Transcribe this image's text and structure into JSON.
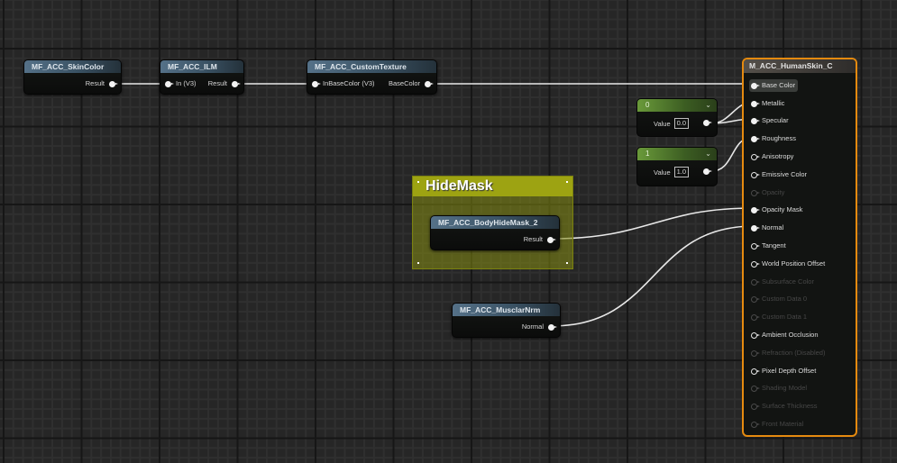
{
  "graph": {
    "nodes": {
      "skin_color": {
        "title": "MF_ACC_SkinColor",
        "outputs": [
          "Result"
        ]
      },
      "ilm": {
        "title": "MF_ACC_ILM",
        "inputs": [
          "In (V3)"
        ],
        "outputs": [
          "Result"
        ]
      },
      "custom_texture": {
        "title": "MF_ACC_CustomTexture",
        "inputs": [
          "InBaseColor (V3)"
        ],
        "outputs": [
          "BaseColor"
        ]
      },
      "body_hide_mask": {
        "title": "MF_ACC_BodyHideMask_2",
        "outputs": [
          "Result"
        ]
      },
      "musclar_nrm": {
        "title": "MF_ACC_MusclarNrm",
        "outputs": [
          "Normal"
        ]
      }
    },
    "constants": [
      {
        "header": "0",
        "value_label": "Value",
        "value": "0.0",
        "chevron": "⌄"
      },
      {
        "header": "1",
        "value_label": "Value",
        "value": "1.0",
        "chevron": "⌄"
      }
    ],
    "comment": {
      "title": "HideMask",
      "color": "#9da312"
    },
    "result_node": {
      "title": "M_ACC_HumanSkin_C",
      "border_color": "#e58a0f",
      "pins": [
        {
          "label": "Base Color",
          "state": "connected",
          "selected": true
        },
        {
          "label": "Metallic",
          "state": "connected"
        },
        {
          "label": "Specular",
          "state": "connected"
        },
        {
          "label": "Roughness",
          "state": "connected"
        },
        {
          "label": "Anisotropy",
          "state": "open"
        },
        {
          "label": "Emissive Color",
          "state": "open"
        },
        {
          "label": "Opacity",
          "state": "disabled"
        },
        {
          "label": "Opacity Mask",
          "state": "connected"
        },
        {
          "label": "Normal",
          "state": "connected"
        },
        {
          "label": "Tangent",
          "state": "open"
        },
        {
          "label": "World Position Offset",
          "state": "open"
        },
        {
          "label": "Subsurface Color",
          "state": "disabled"
        },
        {
          "label": "Custom Data 0",
          "state": "disabled"
        },
        {
          "label": "Custom Data 1",
          "state": "disabled"
        },
        {
          "label": "Ambient Occlusion",
          "state": "open"
        },
        {
          "label": "Refraction (Disabled)",
          "state": "disabled"
        },
        {
          "label": "Pixel Depth Offset",
          "state": "open"
        },
        {
          "label": "Shading Model",
          "state": "disabled"
        },
        {
          "label": "Surface Thickness",
          "state": "disabled"
        },
        {
          "label": "Front Material",
          "state": "disabled"
        }
      ]
    },
    "connections": [
      {
        "from": "MF_ACC_SkinColor.Result",
        "to": "MF_ACC_ILM.In (V3)"
      },
      {
        "from": "MF_ACC_ILM.Result",
        "to": "MF_ACC_CustomTexture.InBaseColor (V3)"
      },
      {
        "from": "MF_ACC_CustomTexture.BaseColor",
        "to": "M_ACC_HumanSkin_C.Base Color"
      },
      {
        "from": "Constant 0",
        "to": "M_ACC_HumanSkin_C.Metallic"
      },
      {
        "from": "Constant 0",
        "to": "M_ACC_HumanSkin_C.Specular"
      },
      {
        "from": "Constant 1",
        "to": "M_ACC_HumanSkin_C.Roughness"
      },
      {
        "from": "MF_ACC_BodyHideMask_2.Result",
        "to": "M_ACC_HumanSkin_C.Opacity Mask"
      },
      {
        "from": "MF_ACC_MusclarNrm.Normal",
        "to": "M_ACC_HumanSkin_C.Normal"
      }
    ]
  }
}
